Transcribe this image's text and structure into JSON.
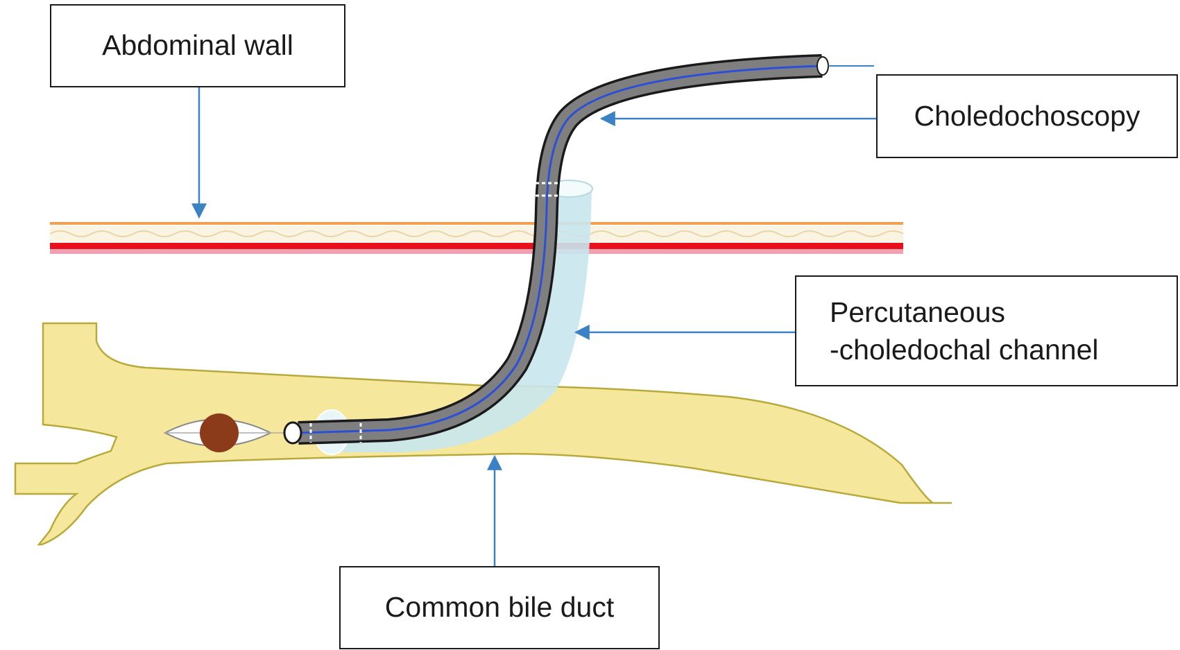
{
  "labels": {
    "abdominal_wall": "Abdominal wall",
    "choledochoscopy": "Choledochoscopy",
    "channel_line1": "Percutaneous",
    "channel_line2": "-choledochal channel",
    "common_bile_duct": "Common bile duct"
  },
  "colors": {
    "bile_duct_fill": "#f5e89c",
    "bile_duct_outline": "#b8a93a",
    "channel_fill": "#c9e6ee",
    "scope_body": "#7f7f7f",
    "scope_core": "#2b4fd6",
    "arrow": "#3b82c4",
    "wall_top_line": "#f0a050",
    "wall_muscle": "#e8101a",
    "wall_bottom": "#f0a0b0",
    "stone": "#8b3a1a"
  }
}
